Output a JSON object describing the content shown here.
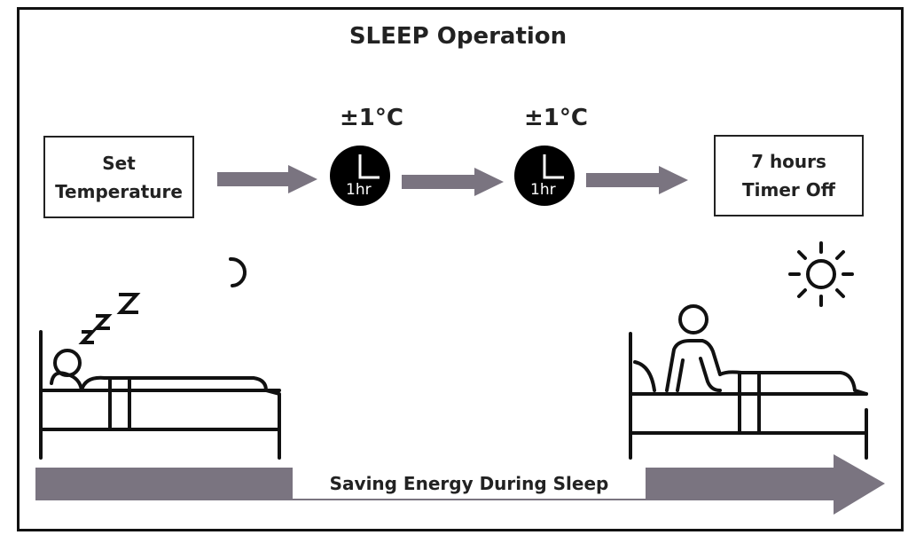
{
  "title": "SLEEP Operation",
  "start_box": {
    "line1": "Set",
    "line2": "Temperature"
  },
  "end_box": {
    "line1": "7 hours",
    "line2": "Timer Off"
  },
  "steps": [
    {
      "temp_change": "±1°C",
      "interval": "1hr"
    },
    {
      "temp_change": "±1°C",
      "interval": "1hr"
    }
  ],
  "bottom_banner": "Saving Energy During Sleep",
  "icons": {
    "sleep": "moon-icon",
    "wake": "sun-icon",
    "snore": "zzz-icon",
    "clock": "clock-icon",
    "bed_sleeping": "sleeping-person-bed-icon",
    "bed_awake": "sitting-person-bed-icon"
  },
  "colors": {
    "arrow": "#7a7480",
    "stroke": "#111111",
    "clock_fill": "#000000"
  }
}
